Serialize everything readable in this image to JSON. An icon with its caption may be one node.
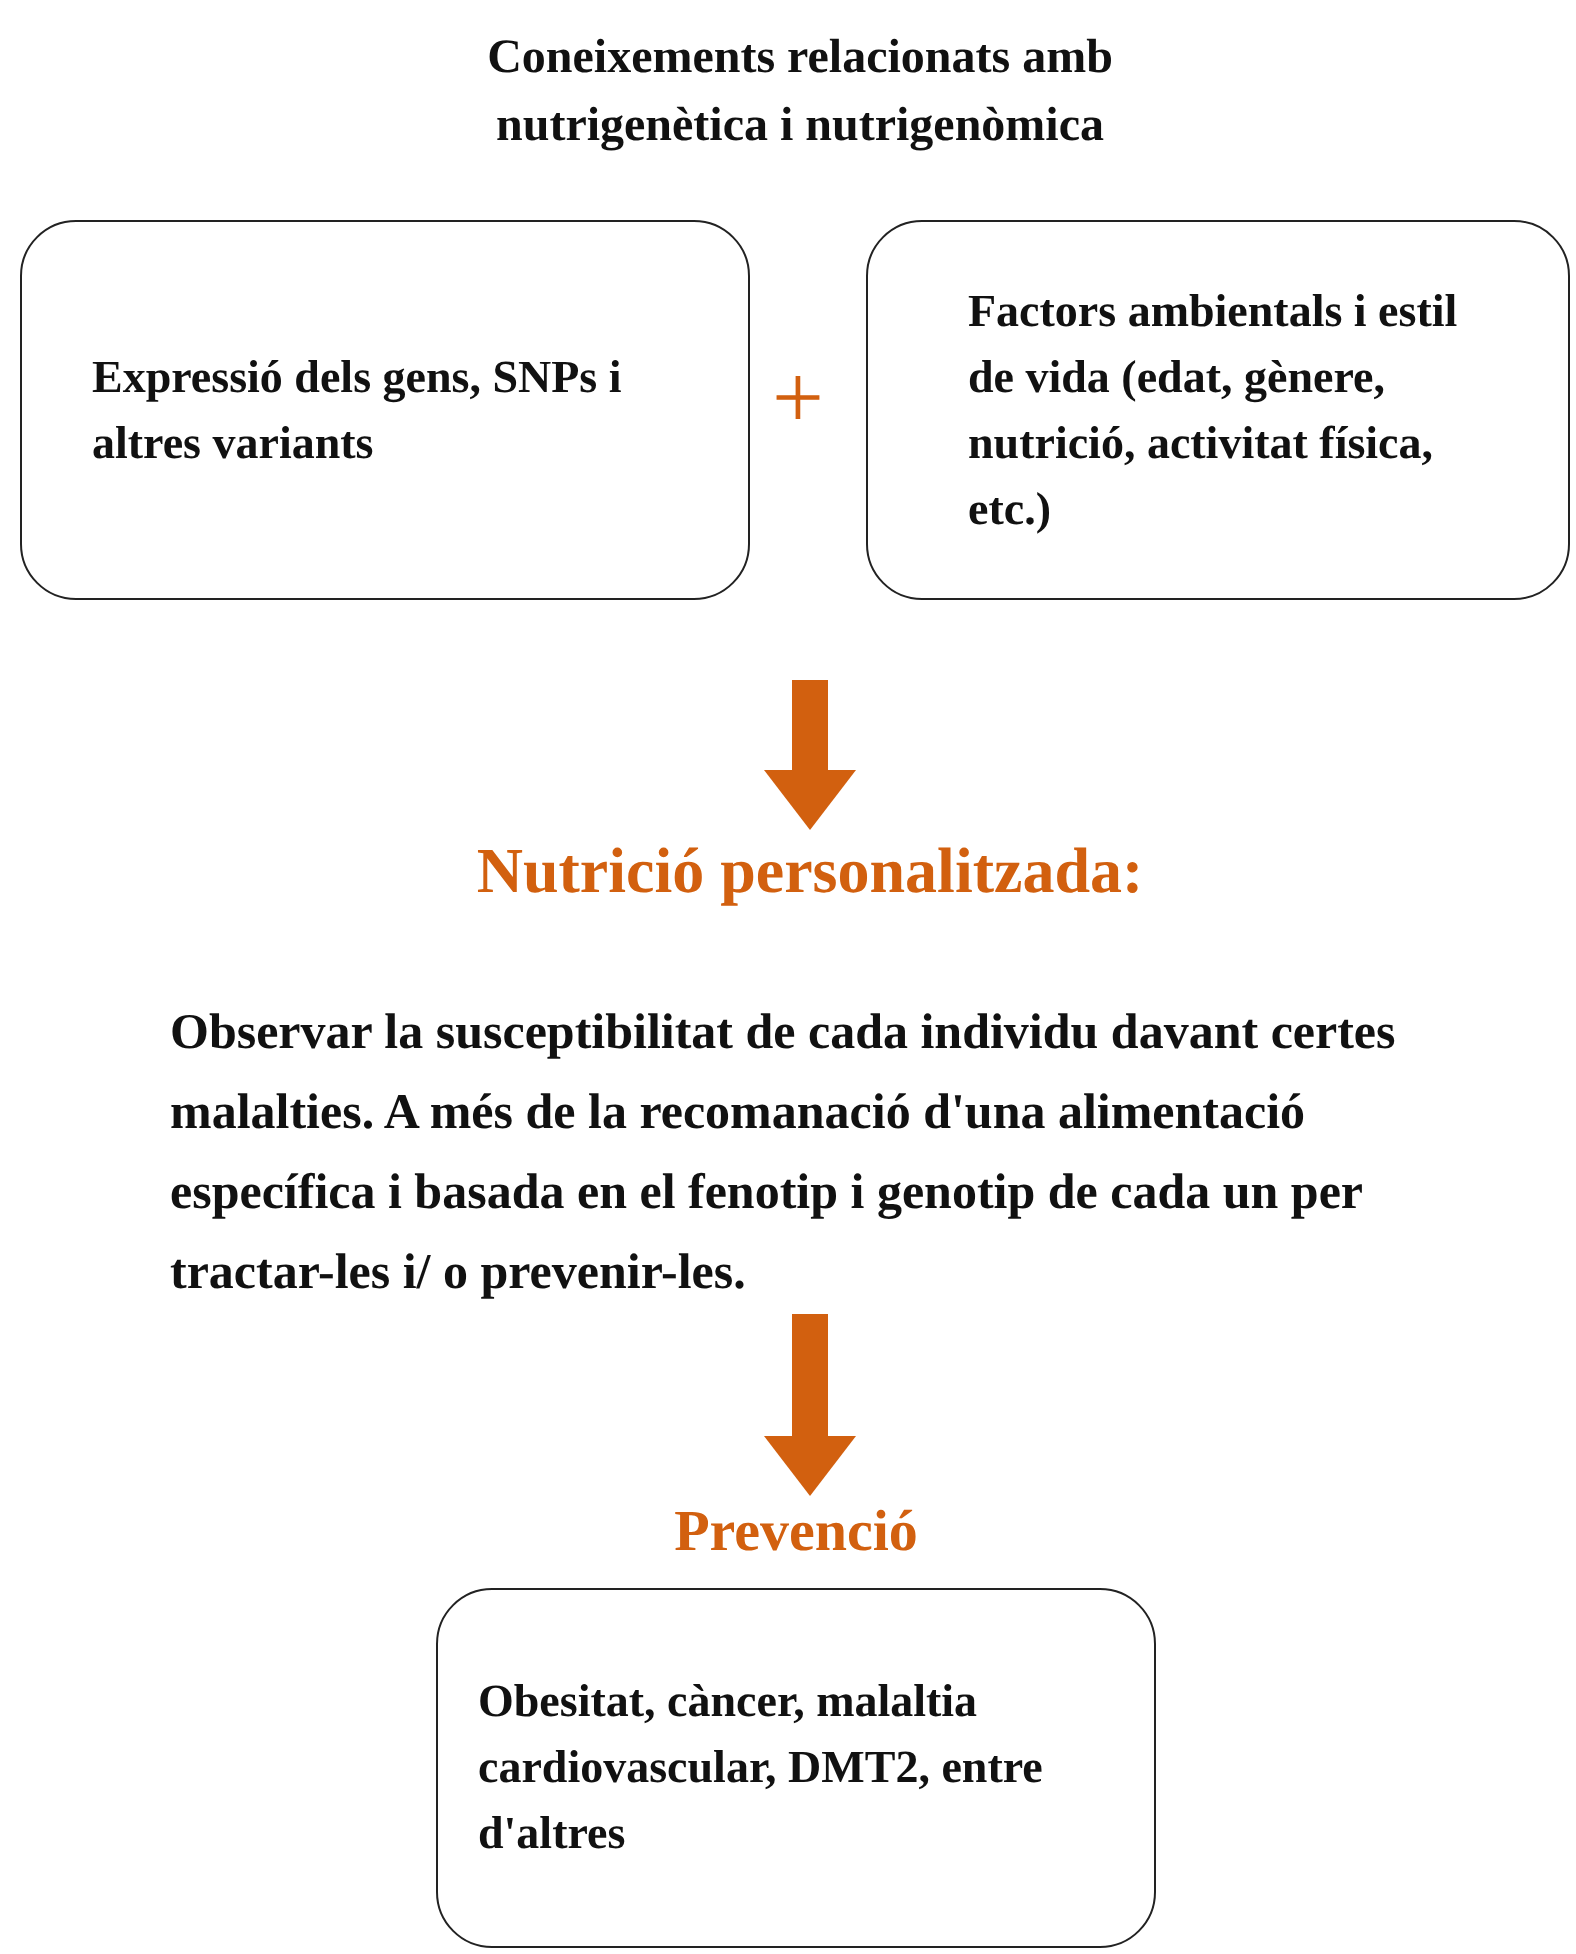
{
  "diagram": {
    "title": "Coneixements relacionats amb nutrigenètica i nutrigenòmica",
    "nodes": [
      {
        "text": [
          "Expressió dels gens, SNPs i altres variants"
        ]
      },
      {
        "text": [
          "Factors ambientals i estil de vida (edat, gènere, nutrició, activitat física, etc.)"
        ]
      },
      {
        "text": [
          "Nutrició personalitzada:",
          "Observar la susceptibilitat de cada individu davant certes malalties. A més de la recomanació d'una alimentació específica i basada en el fenotip i genotip de cada un per tractar-les i/ o prevenir-les."
        ]
      },
      {
        "text": [
          "Prevenció",
          "Obesitat, càncer, malaltia cardiovascular, DMT2, entre d'altres"
        ]
      }
    ],
    "edges": [
      {
        "from": null,
        "to": 2,
        "arrow": "to"
      },
      {
        "from": 2,
        "to": 3,
        "arrow": "to"
      }
    ],
    "labels": [
      "+"
    ]
  }
}
